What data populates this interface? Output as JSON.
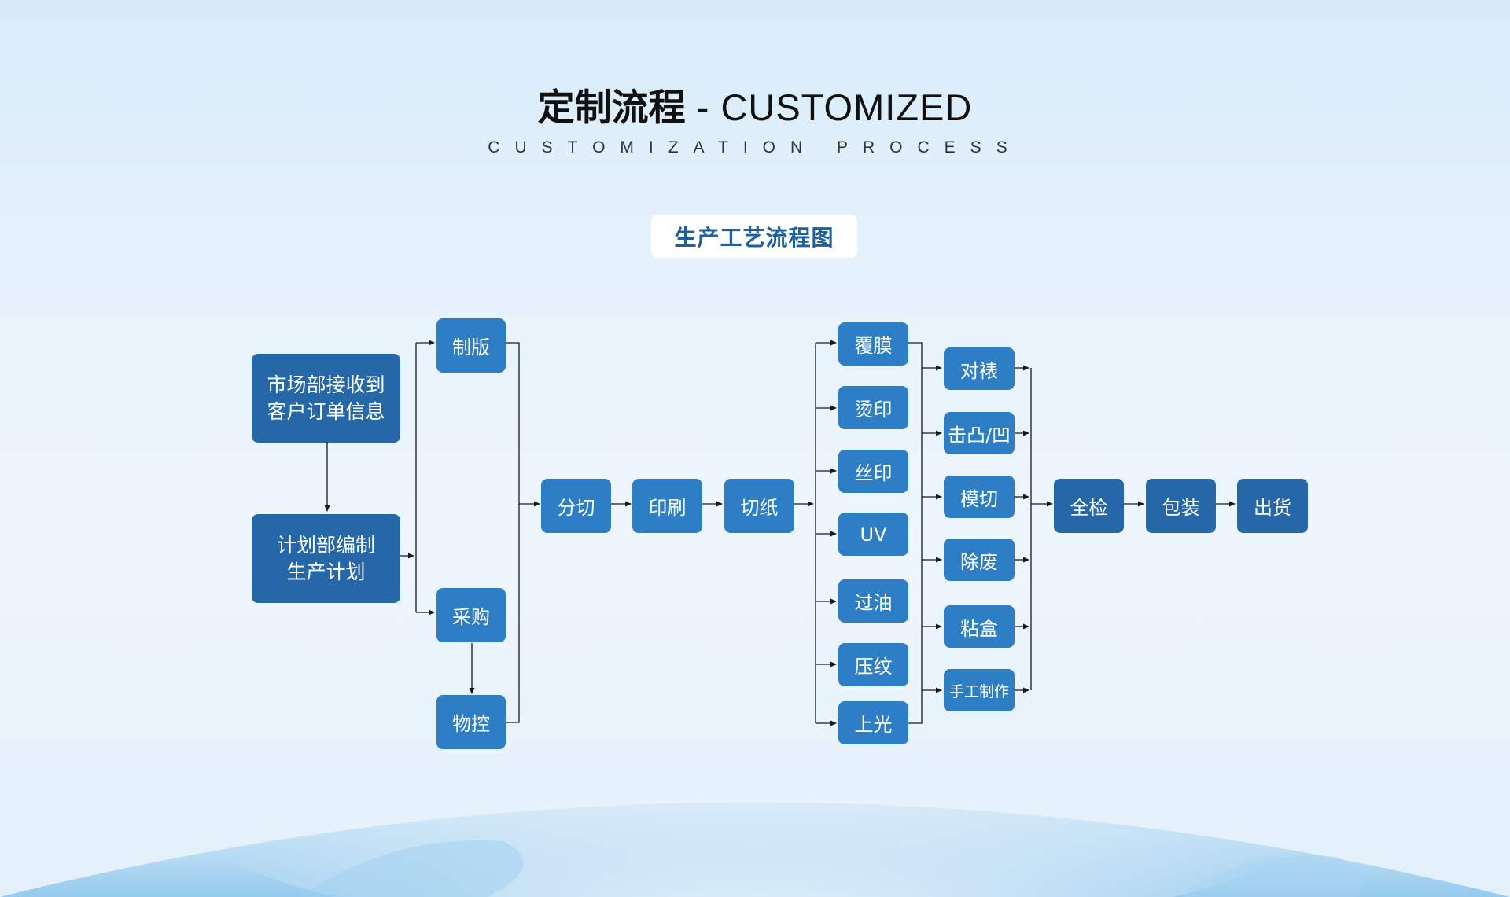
{
  "header": {
    "title_cn": "定制流程",
    "title_sep": " - ",
    "title_en": "CUSTOMIZED",
    "subtitle": "CUSTOMIZATION PROCESS",
    "chart_tag": "生产工艺流程图"
  },
  "colors": {
    "node": "#2d7ec4",
    "node_dark": "#2667a8",
    "line": "#1a1a1a",
    "tag_text": "#1f5f9c"
  },
  "nodes": {
    "market": {
      "line1": "市场部接收到",
      "line2": "客户订单信息"
    },
    "plan": {
      "line1": "计划部编制",
      "line2": "生产计划"
    },
    "platemaking": "制版",
    "purchase": "采购",
    "material_control": "物控",
    "slitting": "分切",
    "printing": "印刷",
    "paper_cutting": "切纸",
    "finishing": [
      "覆膜",
      "烫印",
      "丝印",
      "UV",
      "过油",
      "压纹",
      "上光"
    ],
    "post_process": [
      "对裱",
      "击凸/凹",
      "模切",
      "除废",
      "粘盒",
      "手工制作"
    ],
    "inspection": "全检",
    "packaging": "包装",
    "shipping": "出货"
  }
}
